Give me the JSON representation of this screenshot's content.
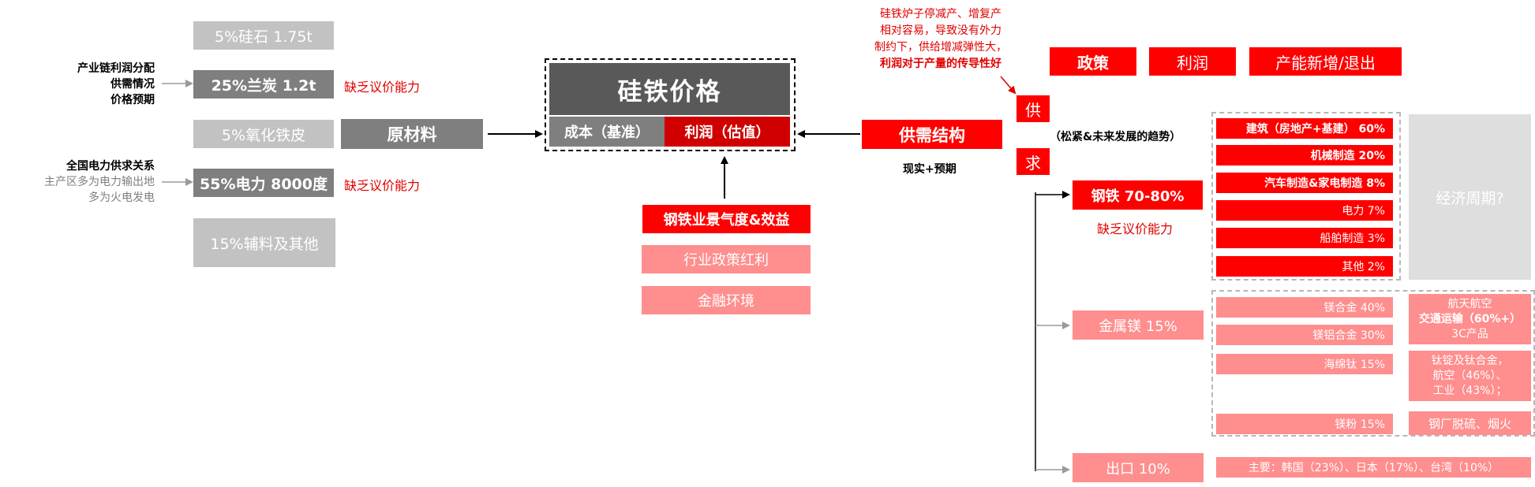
{
  "raw_materials": {
    "silica": "5%硅石 1.75t",
    "semi_coke": "25%兰炭 1.2t",
    "iron_scale": "5%氧化铁皮",
    "power": "55%电力 8000度",
    "auxiliary": "15%辅料及其他",
    "title": "原材料",
    "no_pricing_1": "缺乏议价能力",
    "no_pricing_2": "缺乏议价能力",
    "coal_note": [
      "产业链利润分配",
      "供需情况",
      "价格预期"
    ],
    "power_note": [
      "全国电力供求关系",
      "主产区多为电力输出地",
      "多为火电发电"
    ]
  },
  "center": {
    "title": "硅铁价格",
    "cost": "成本（基准）",
    "profit": "利润（估值）"
  },
  "factors": {
    "steel": "钢铁业景气度&效益",
    "policy": "行业政策红利",
    "finance": "金融环境"
  },
  "supply_demand": {
    "title": "供需结构",
    "subtitle": "现实+预期",
    "note_lines": [
      "硅铁炉子停减产、增复产",
      "相对容易，导致没有外力",
      "制约下，供给增减弹性大，"
    ],
    "note_bold": "利润对于产量的传导性好",
    "supply": "供",
    "demand": "求",
    "trend": "（松紧&未来发展的趋势）",
    "top_labels": [
      "政策",
      "利润",
      "产能新增/退出"
    ]
  },
  "steel": {
    "label": "钢铁 70-80%",
    "note": "缺乏议价能力",
    "uses": [
      {
        "name": "建筑（房地产+基建） 60%"
      },
      {
        "name": "机械制造 20%"
      },
      {
        "name": "汽车制造&家电制造 8%"
      },
      {
        "name": "电力 7%"
      },
      {
        "name": "船舶制造 3%"
      },
      {
        "name": "其他 2%"
      }
    ],
    "cycle": "经济周期?"
  },
  "magnesium": {
    "label": "金属镁 15%",
    "uses": [
      {
        "name": "镁合金 40%"
      },
      {
        "name": "镁铝合金 30%"
      },
      {
        "name": "海绵钛 15%"
      },
      {
        "name": "镁粉 15%"
      }
    ],
    "app_1": {
      "line1": "航天航空",
      "line2": "交通运输（60%+）",
      "line3": "3C产品"
    },
    "app_2": {
      "line1": "钛锭及钛合金，",
      "line2": "航空（46%）、",
      "line3": "工业（43%）；"
    },
    "app_3": "钢厂脱硫、烟火"
  },
  "export": {
    "label": "出口 10%",
    "detail": "主要：韩国（23%）、日本（17%）、台湾（10%）"
  }
}
